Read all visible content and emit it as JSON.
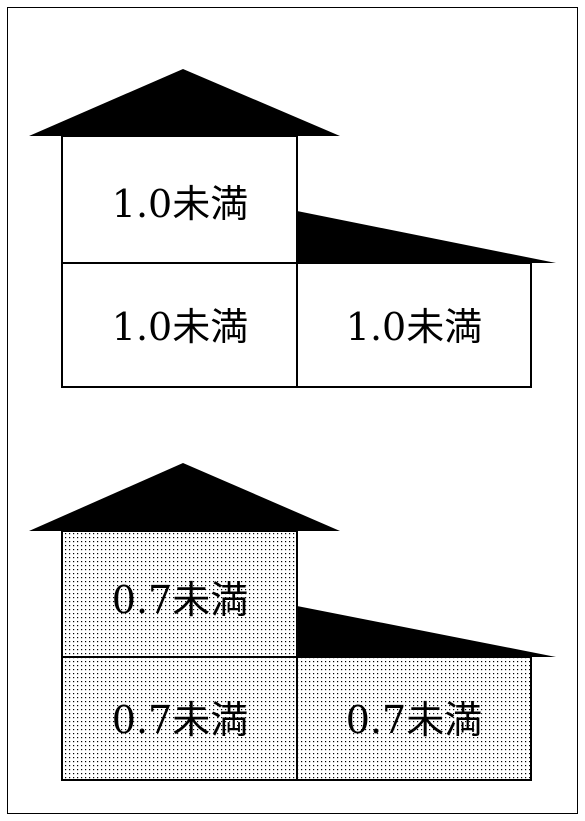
{
  "colors": {
    "stroke": "#000000",
    "roof": "#000000",
    "background": "#ffffff",
    "dot": "#000000"
  },
  "houses": [
    {
      "pattern": "none",
      "upper_left": "1.0未満",
      "lower_left": "1.0未満",
      "lower_right": "1.0未満"
    },
    {
      "pattern": "dotted",
      "upper_left": "0.7未満",
      "lower_left": "0.7未満",
      "lower_right": "0.7未満"
    }
  ]
}
